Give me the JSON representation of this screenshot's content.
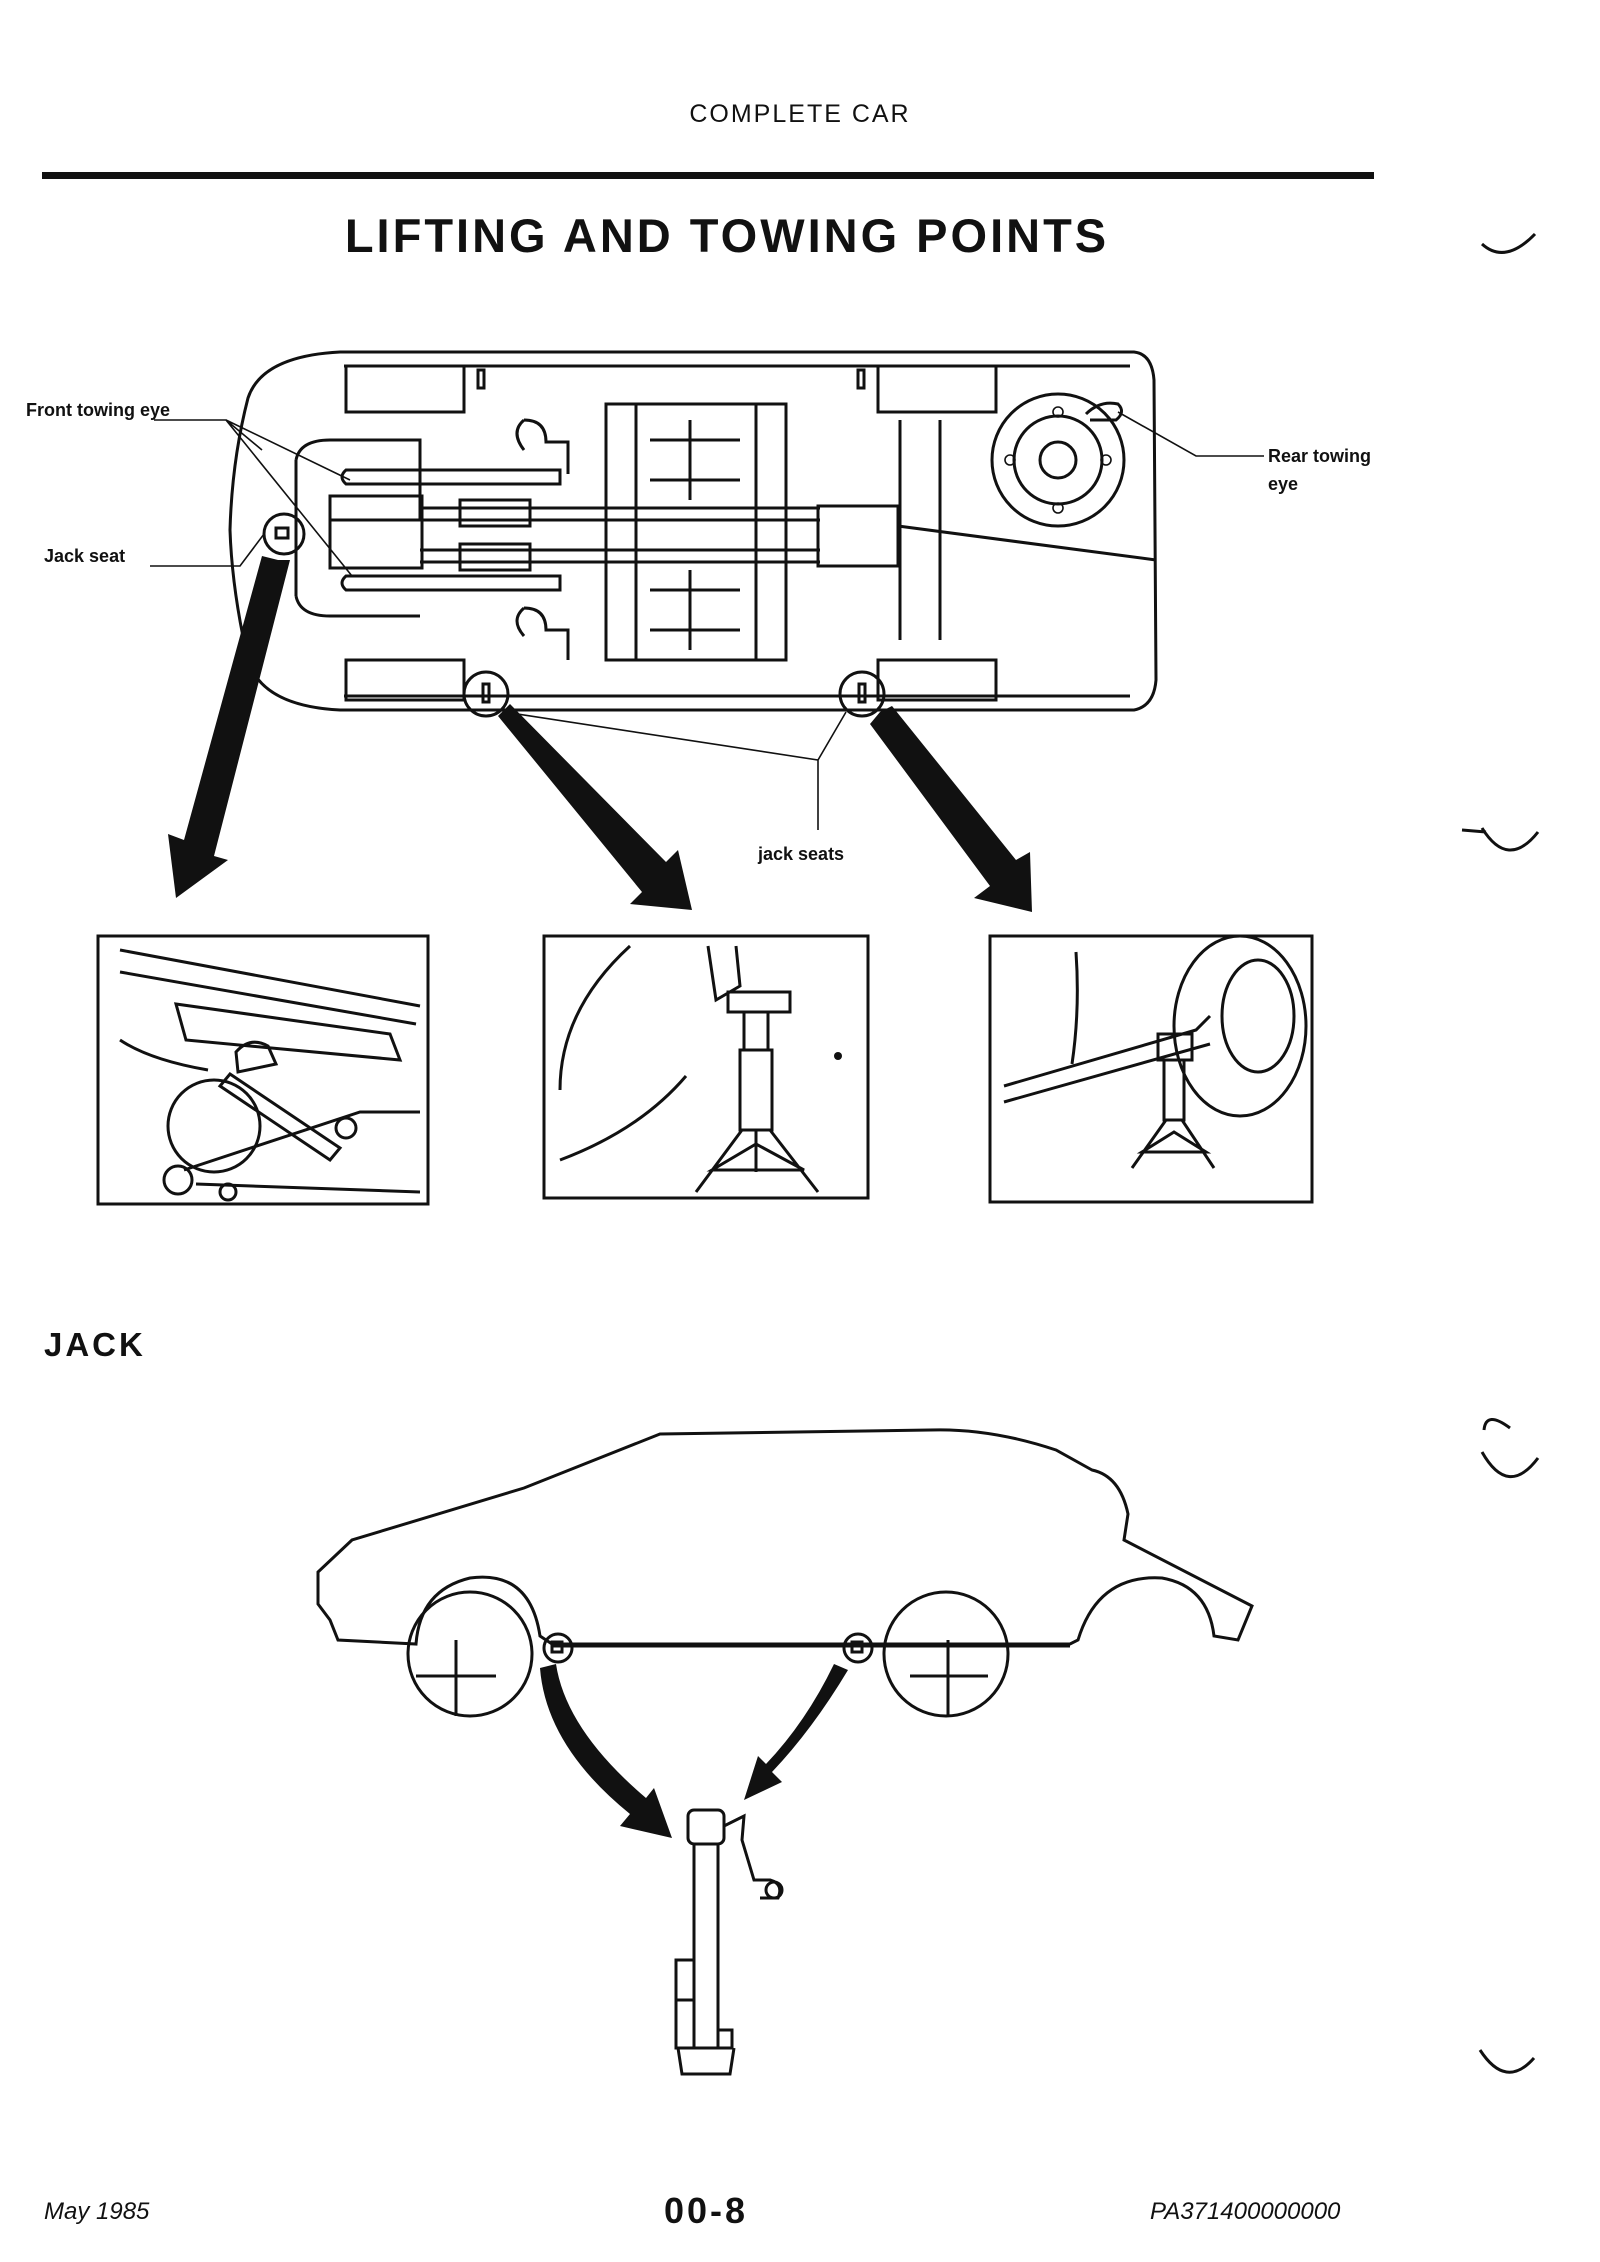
{
  "page": {
    "section_header": "COMPLETE CAR",
    "title": "LIFTING AND TOWING POINTS",
    "jack_heading": "JACK"
  },
  "labels": {
    "front_towing_eye": "Front towing eye",
    "rear_towing_eye": "Rear towing eye",
    "jack_seat": "Jack seat",
    "jack_seats": "jack seats"
  },
  "footer": {
    "date": "May 1985",
    "page_number": "00-8",
    "code": "PA371400000000"
  }
}
